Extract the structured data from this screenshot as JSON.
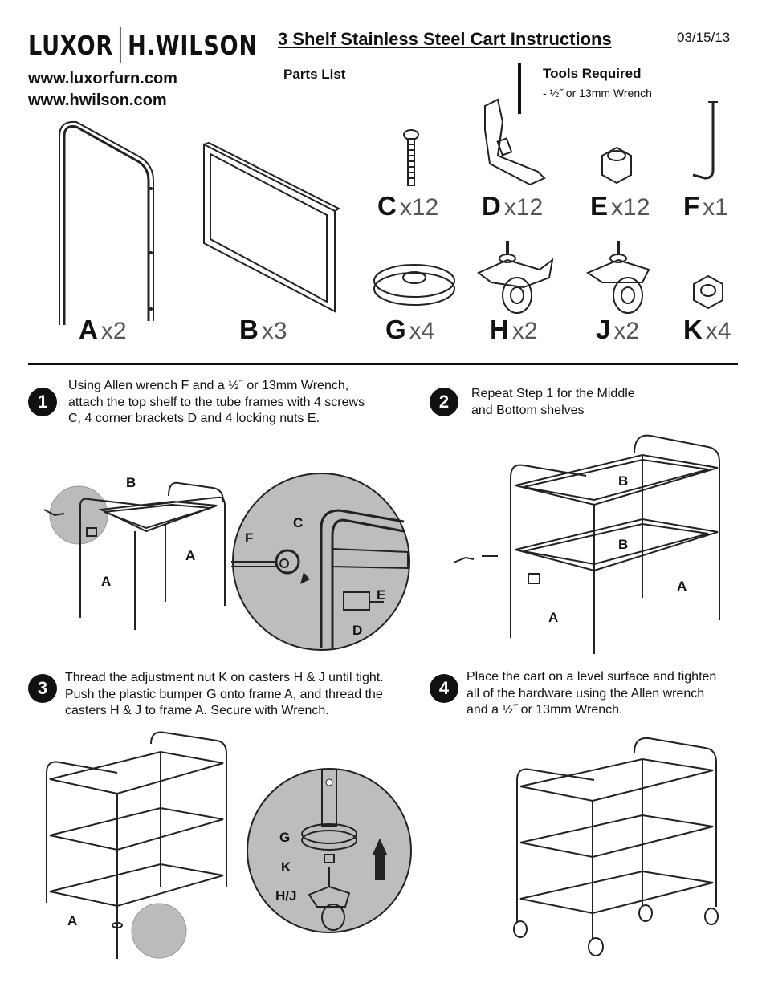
{
  "header": {
    "brand_left": "LUXOR",
    "brand_right": "H.WILSON",
    "url1": "www.luxorfurn.com",
    "url2": "www.hwilson.com",
    "title": "3 Shelf Stainless Steel Cart Instructions",
    "date": "03/15/13"
  },
  "parts": {
    "heading": "Parts List",
    "items": [
      {
        "letter": "A",
        "qty": "x2"
      },
      {
        "letter": "B",
        "qty": "x3"
      },
      {
        "letter": "C",
        "qty": "x12"
      },
      {
        "letter": "D",
        "qty": "x12"
      },
      {
        "letter": "E",
        "qty": "x12"
      },
      {
        "letter": "F",
        "qty": "x1"
      },
      {
        "letter": "G",
        "qty": "x4"
      },
      {
        "letter": "H",
        "qty": "x2"
      },
      {
        "letter": "J",
        "qty": "x2"
      },
      {
        "letter": "K",
        "qty": "x4"
      }
    ]
  },
  "tools": {
    "heading": "Tools Required",
    "item": "-   ½˝ or 13mm Wrench"
  },
  "steps": [
    {
      "num": "1",
      "lines": [
        "Using Allen wrench F and a ½˝ or 13mm Wrench,",
        "attach the top shelf to the tube frames with 4 screws",
        "C, 4 corner brackets D and 4 locking nuts E."
      ]
    },
    {
      "num": "2",
      "lines": [
        "Repeat Step 1 for the Middle",
        "and Bottom shelves"
      ]
    },
    {
      "num": "3",
      "lines": [
        "Thread the adjustment nut K on casters H & J until tight.",
        "Push the plastic bumper G onto frame A, and thread the",
        "casters H & J to frame A. Secure with Wrench."
      ]
    },
    {
      "num": "4",
      "lines": [
        "Place the cart on a level surface and tighten",
        "all of the hardware using the Allen wrench",
        "and a ½˝ or 13mm Wrench."
      ]
    }
  ],
  "diagram_labels": {
    "s1_b": "B",
    "s1_a1": "A",
    "s1_a2": "A",
    "s1_f": "F",
    "s1_c": "C",
    "s1_e": "E",
    "s1_d": "D",
    "s2_b1": "B",
    "s2_b2": "B",
    "s2_a1": "A",
    "s2_a2": "A",
    "s3_a": "A",
    "s3_g": "G",
    "s3_k": "K",
    "s3_hj": "H/J"
  }
}
